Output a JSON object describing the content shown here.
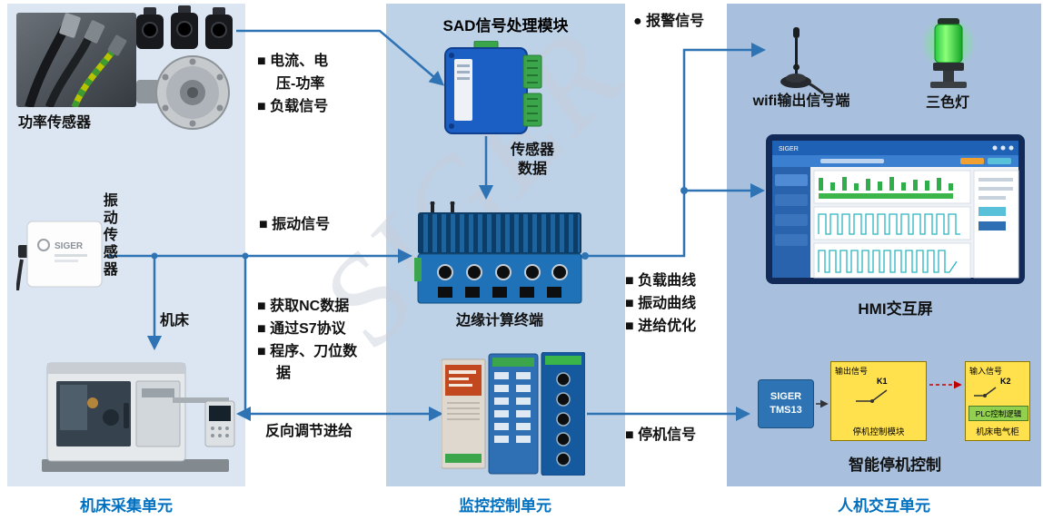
{
  "watermark": "SIGER",
  "section_labels": {
    "left": "机床采集单元",
    "middle": "监控控制单元",
    "right": "人机交互单元"
  },
  "left": {
    "power_sensor_label": "功率传感器",
    "vibration_sensor_label": "振动传感器",
    "vibration_brand": "SIGER",
    "machine_label": "机床"
  },
  "middle": {
    "sad_title": "SAD信号处理模块",
    "sensor_data_label": "传感器数据",
    "edge_terminal_label": "边缘计算终端"
  },
  "right": {
    "alarm_label": "● 报警信号",
    "wifi_label": "wifi输出信号端",
    "tricolor_label": "三色灯",
    "hmi_label": "HMI交互屏",
    "hmi_brand": "SIGER",
    "shutdown_label": "智能停机控制",
    "shutdown": {
      "controller_line1": "SIGER",
      "controller_line2": "TMS13",
      "out_signal": "输出信号",
      "k1": "K1",
      "module_caption": "停机控制模块",
      "in_signal": "输入信号",
      "k2": "K2",
      "plc_logic": "PLC控制逻辑",
      "cabinet_caption": "机床电气柜"
    }
  },
  "flows": {
    "power_items": [
      "■ 电流、电压-功率",
      "■ 负载信号"
    ],
    "vibration": "■ 振动信号",
    "nc_items": [
      "■ 获取NC数据",
      "■ 通过S7协议",
      "■ 程序、刀位数据"
    ],
    "reverse_feed": "反向调节进给",
    "hmi_items": [
      "■ 负载曲线",
      "■ 振动曲线",
      "■ 进给优化"
    ],
    "stop_signal": "■ 停机信号"
  },
  "colors": {
    "arrow": "#2e74b5",
    "section_label": "#0070c0",
    "left_bg": "#dce6f2",
    "middle_bg": "#bdd1e7",
    "right_bg": "#a8c0dd"
  }
}
